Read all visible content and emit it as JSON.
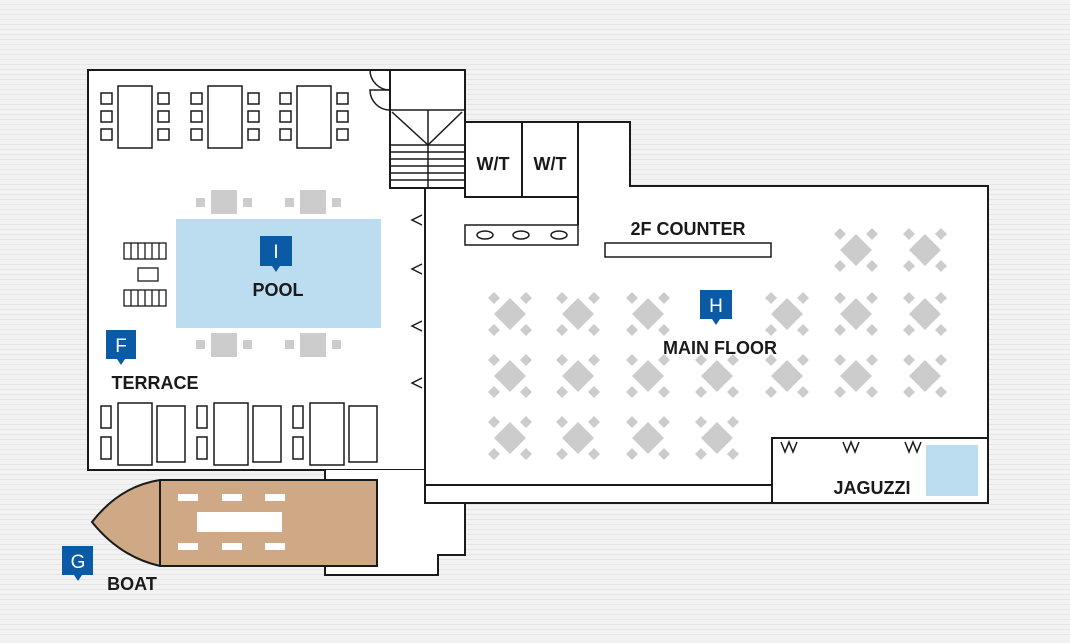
{
  "floor_plan": {
    "labels": {
      "pool": "POOL",
      "terrace": "TERRACE",
      "boat": "BOAT",
      "main_floor": "MAIN FLOOR",
      "counter_2f": "2F COUNTER",
      "jaguzzi": "JAGUZZI",
      "wt_1": "W/T",
      "wt_2": "W/T"
    },
    "markers": {
      "pool": "I",
      "terrace": "F",
      "main_floor": "H",
      "boat": "G"
    },
    "colors": {
      "marker": "#0a5aa5",
      "water": "#bcdcf0",
      "boat_deck": "#cfa986",
      "furniture": "#cccccc",
      "wall": "#1a1a1a"
    }
  }
}
